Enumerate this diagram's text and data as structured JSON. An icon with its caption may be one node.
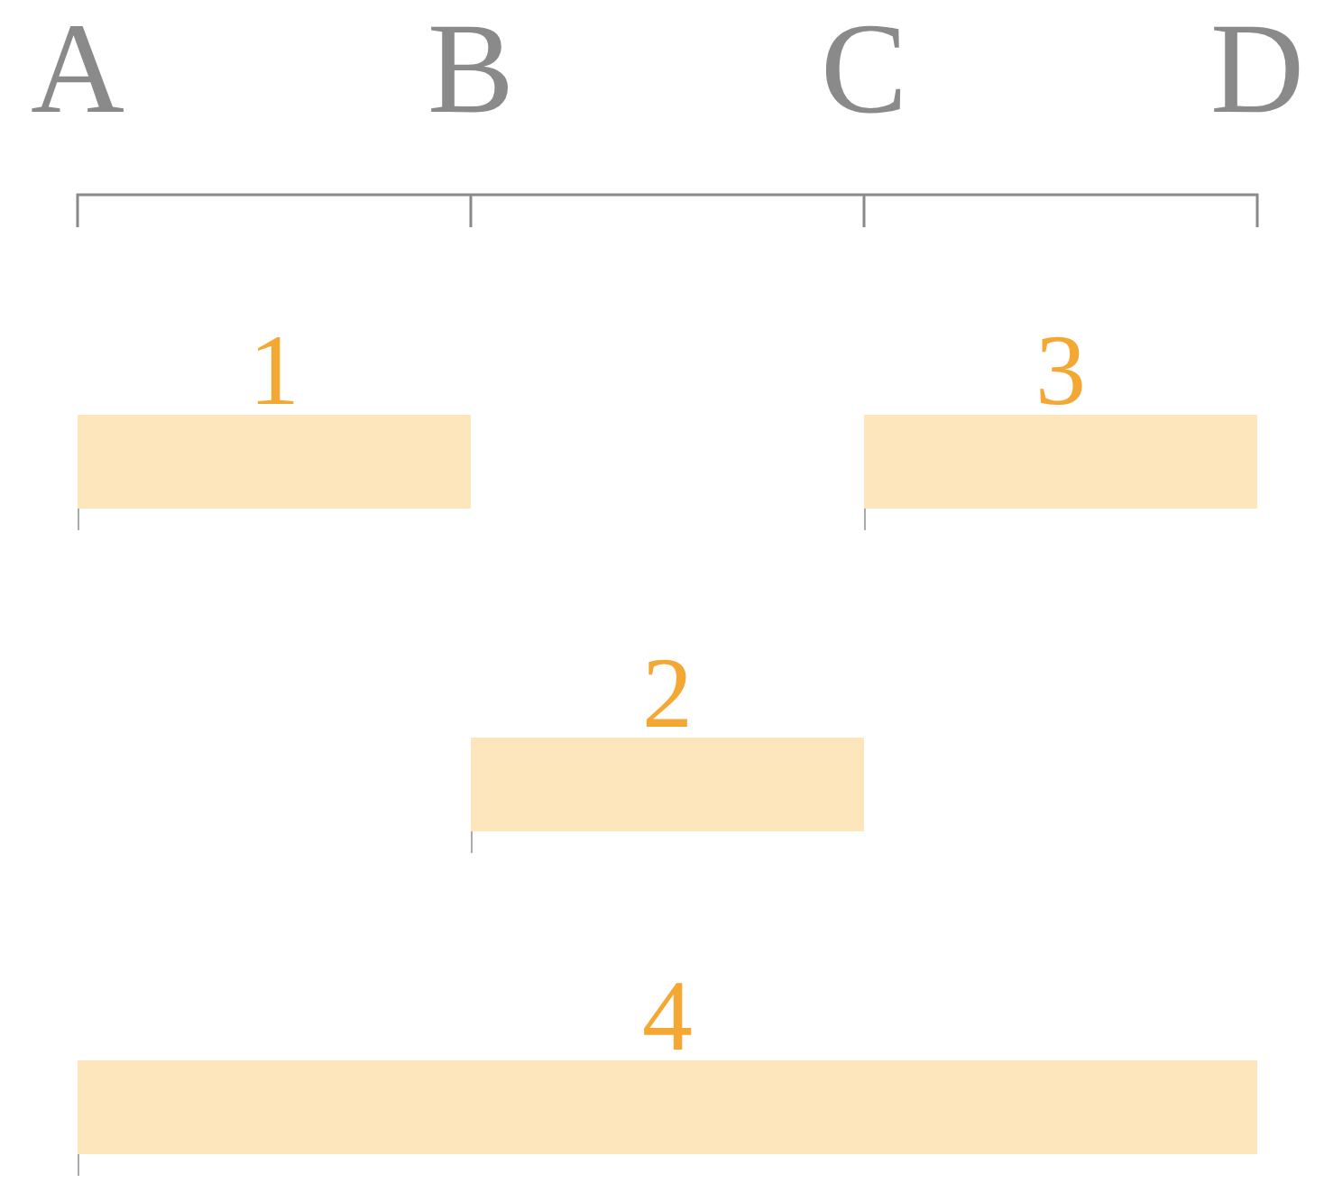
{
  "diagram": {
    "nodes": [
      {
        "text": [
          "1"
        ]
      },
      {
        "text": [
          "3"
        ]
      },
      {
        "text": [
          "2"
        ]
      },
      {
        "text": [
          "4"
        ]
      }
    ],
    "labels": [
      "A",
      "B",
      "C",
      "D"
    ]
  }
}
